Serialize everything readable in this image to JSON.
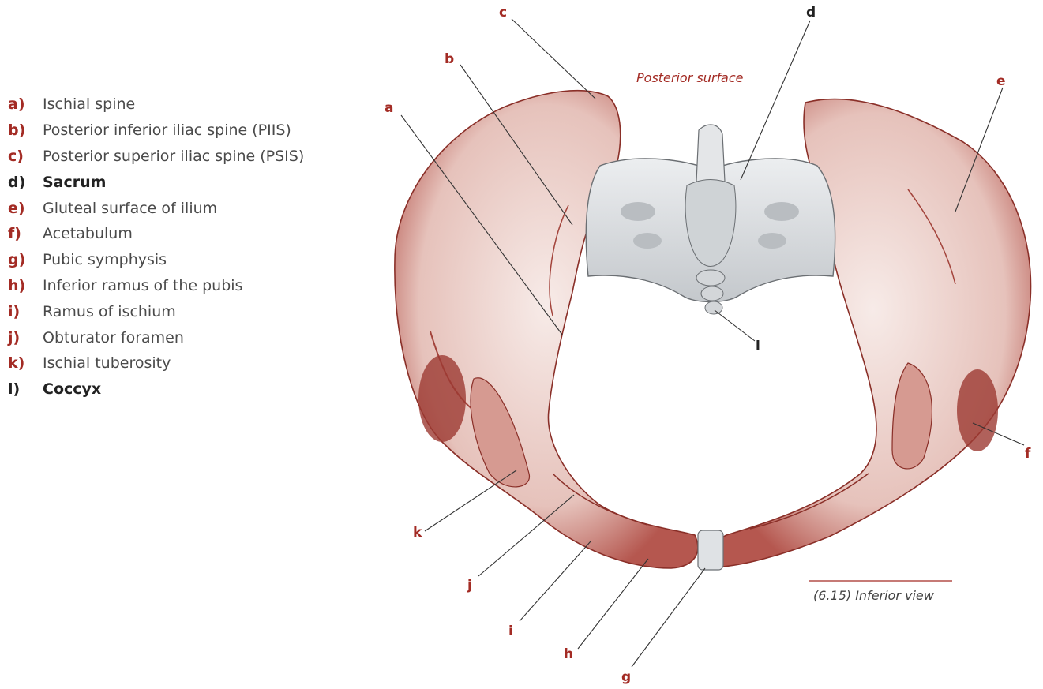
{
  "legend": [
    {
      "letter": "a)",
      "text": "Ischial spine",
      "tone": "red"
    },
    {
      "letter": "b)",
      "text": "Posterior inferior iliac spine (PIIS)",
      "tone": "red"
    },
    {
      "letter": "c)",
      "text": "Posterior superior iliac spine (PSIS)",
      "tone": "red"
    },
    {
      "letter": "d)",
      "text": "Sacrum",
      "tone": "black"
    },
    {
      "letter": "e)",
      "text": "Gluteal surface of ilium",
      "tone": "red"
    },
    {
      "letter": "f)",
      "text": "Acetabulum",
      "tone": "red"
    },
    {
      "letter": "g)",
      "text": "Pubic symphysis",
      "tone": "red"
    },
    {
      "letter": "h)",
      "text": "Inferior ramus of the pubis",
      "tone": "red"
    },
    {
      "letter": "i)",
      "text": "Ramus of ischium",
      "tone": "red"
    },
    {
      "letter": "j)",
      "text": "Obturator foramen",
      "tone": "red"
    },
    {
      "letter": "k)",
      "text": "Ischial tuberosity",
      "tone": "red"
    },
    {
      "letter": "l)",
      "text": "Coccyx",
      "tone": "black"
    }
  ],
  "callouts": {
    "a": "a",
    "b": "b",
    "c": "c",
    "d": "d",
    "e": "e",
    "f": "f",
    "g": "g",
    "h": "h",
    "i": "i",
    "j": "j",
    "k": "k",
    "l": "l"
  },
  "region_label": "Posterior surface",
  "caption": "(6.15) Inferior view",
  "colors": {
    "bone_red": "#b5574f",
    "bone_light": "#f3e3df",
    "sacrum_grey": "#d9dcdf",
    "label_red": "#a32b24",
    "label_black": "#222222"
  }
}
